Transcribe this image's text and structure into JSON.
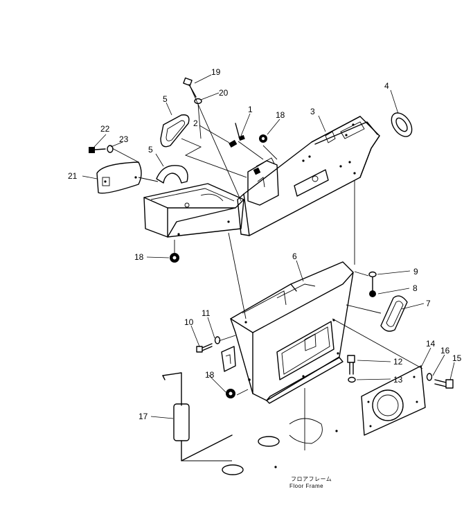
{
  "labels": {
    "p1": "1",
    "p2": "2",
    "p3": "3",
    "p4": "4",
    "p5a": "5",
    "p5b": "5",
    "p6": "6",
    "p7": "7",
    "p8": "8",
    "p9": "9",
    "p10": "10",
    "p11": "11",
    "p12": "12",
    "p13": "13",
    "p14": "14",
    "p15": "15",
    "p16": "16",
    "p17": "17",
    "p18a": "18",
    "p18b": "18",
    "p18c": "18",
    "p19": "19",
    "p20": "20",
    "p21": "21",
    "p22": "22",
    "p23": "23"
  },
  "caption": {
    "jp": "フロアフレーム",
    "en": "Floor  Frame"
  }
}
